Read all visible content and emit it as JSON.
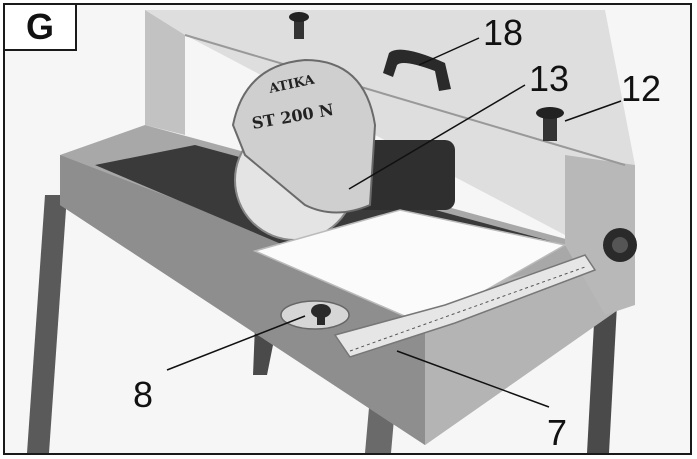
{
  "figure": {
    "letter": "G"
  },
  "blade_guard": {
    "brand": "ATIKA",
    "model": "ST 200 N"
  },
  "callouts": {
    "handle": "18",
    "blade_guard": "13",
    "knob": "12",
    "miter_gauge": "8",
    "guide_rail": "7"
  },
  "colors": {
    "frame_border": "#1a1a1a",
    "machine_grey": "#9a9a9a",
    "table_dark": "#3a3a3a"
  }
}
